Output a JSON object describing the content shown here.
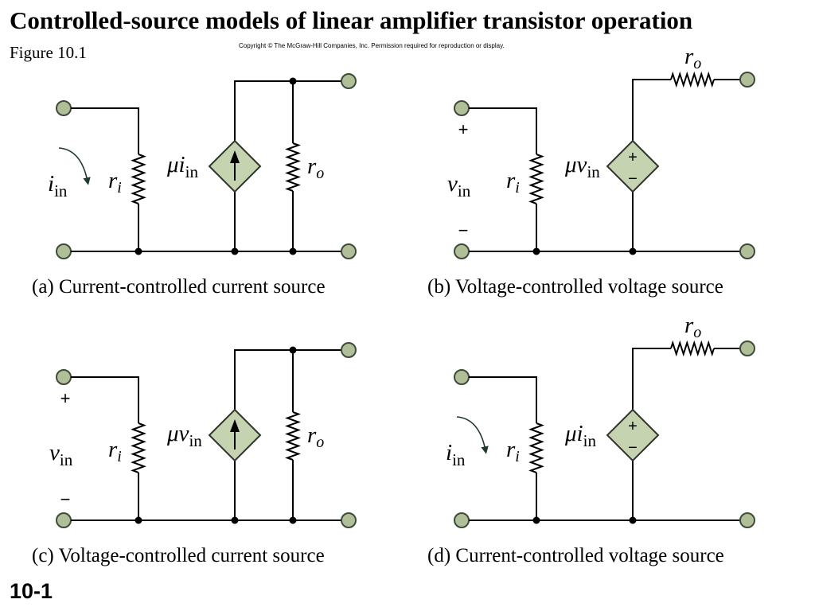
{
  "header": {
    "title": "Controlled-source models of linear amplifier transistor operation",
    "figure_label": "Figure 10.1",
    "copyright": "Copyright © The McGraw-Hill Companies, Inc. Permission required for reproduction or display."
  },
  "footer": {
    "page_number": "10-1"
  },
  "symbols": {
    "ri_main": "r",
    "ri_sub": "i",
    "ro_main": "r",
    "ro_sub": "o",
    "iin_main": "i",
    "vin_main": "v",
    "in_sub": "in",
    "mu_iin": "μi",
    "mu_vin": "μv",
    "plus": "+",
    "minus": "−"
  },
  "panels": [
    {
      "id": "a",
      "caption": "(a) Current-controlled current source",
      "control": "current",
      "source": "current"
    },
    {
      "id": "b",
      "caption": "(b) Voltage-controlled voltage source",
      "control": "voltage",
      "source": "voltage"
    },
    {
      "id": "c",
      "caption": "(c) Voltage-controlled current source",
      "control": "voltage",
      "source": "current"
    },
    {
      "id": "d",
      "caption": "(d) Current-controlled voltage source",
      "control": "current",
      "source": "voltage"
    }
  ],
  "colors": {
    "terminal_fill": "#b0bf98",
    "source_fill": "#c6d3b1",
    "arrow": "#1f3a2a"
  }
}
